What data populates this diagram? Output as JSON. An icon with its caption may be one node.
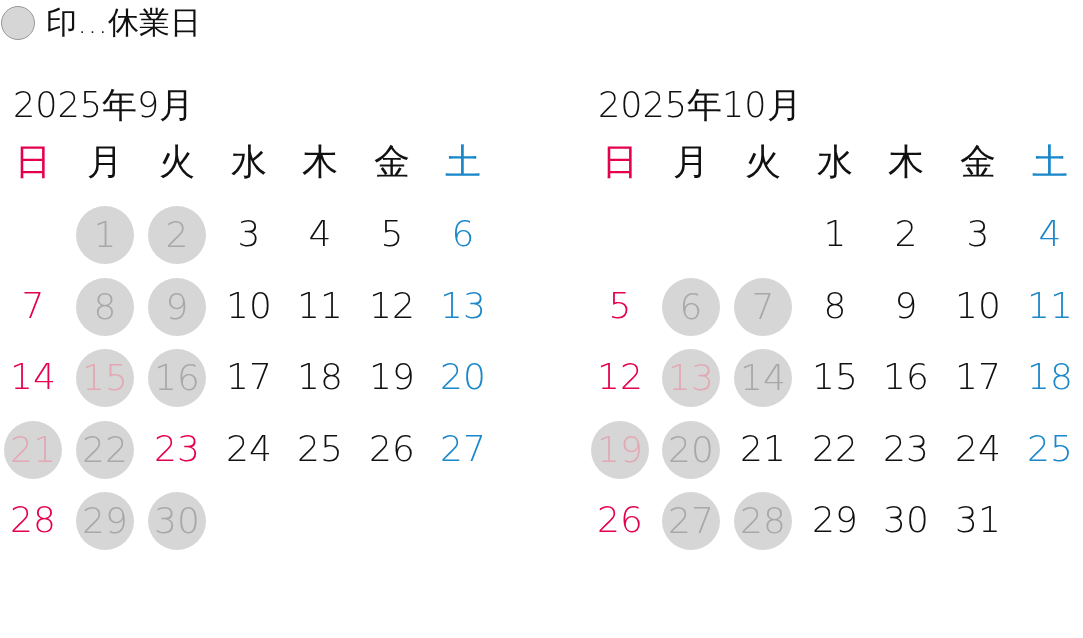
{
  "diagram": {
    "nodes": [
      {
        "text": [
          "1"
        ]
      },
      {
        "text": [
          "2"
        ]
      },
      {
        "text": [
          "8"
        ]
      },
      {
        "text": [
          "9"
        ]
      },
      {
        "text": [
          "15"
        ]
      },
      {
        "text": [
          "16"
        ]
      },
      {
        "text": [
          "21"
        ]
      },
      {
        "text": [
          "22"
        ]
      },
      {
        "text": [
          "29"
        ]
      },
      {
        "text": [
          "30"
        ]
      },
      {
        "text": [
          "6"
        ]
      },
      {
        "text": [
          "7"
        ]
      },
      {
        "text": [
          "13"
        ]
      },
      {
        "text": [
          "14"
        ]
      },
      {
        "text": [
          "19"
        ]
      },
      {
        "text": [
          "20"
        ]
      },
      {
        "text": [
          "27"
        ]
      },
      {
        "text": [
          "28"
        ]
      }
    ],
    "labels": [
      "2025年9月",
      "日",
      "月",
      "火",
      "水",
      "木",
      "金",
      "土",
      "3",
      "4",
      "5",
      "6",
      "7",
      "10",
      "11",
      "12",
      "13",
      "14",
      "17",
      "18",
      "19",
      "20",
      "23",
      "24",
      "25",
      "26",
      "27",
      "28",
      "2025年10月",
      "日",
      "月",
      "火",
      "水",
      "木",
      "金",
      "土",
      "1",
      "2",
      "3",
      "4",
      "5",
      "8",
      "9",
      "10",
      "11",
      "12",
      "15",
      "16",
      "17",
      "18",
      "21",
      "22",
      "23",
      "24",
      "25",
      "26",
      "29",
      "30",
      "31"
    ],
    "legend": [
      {
        "text": "印…休業日",
        "color": "#d6d6d6"
      }
    ]
  }
}
